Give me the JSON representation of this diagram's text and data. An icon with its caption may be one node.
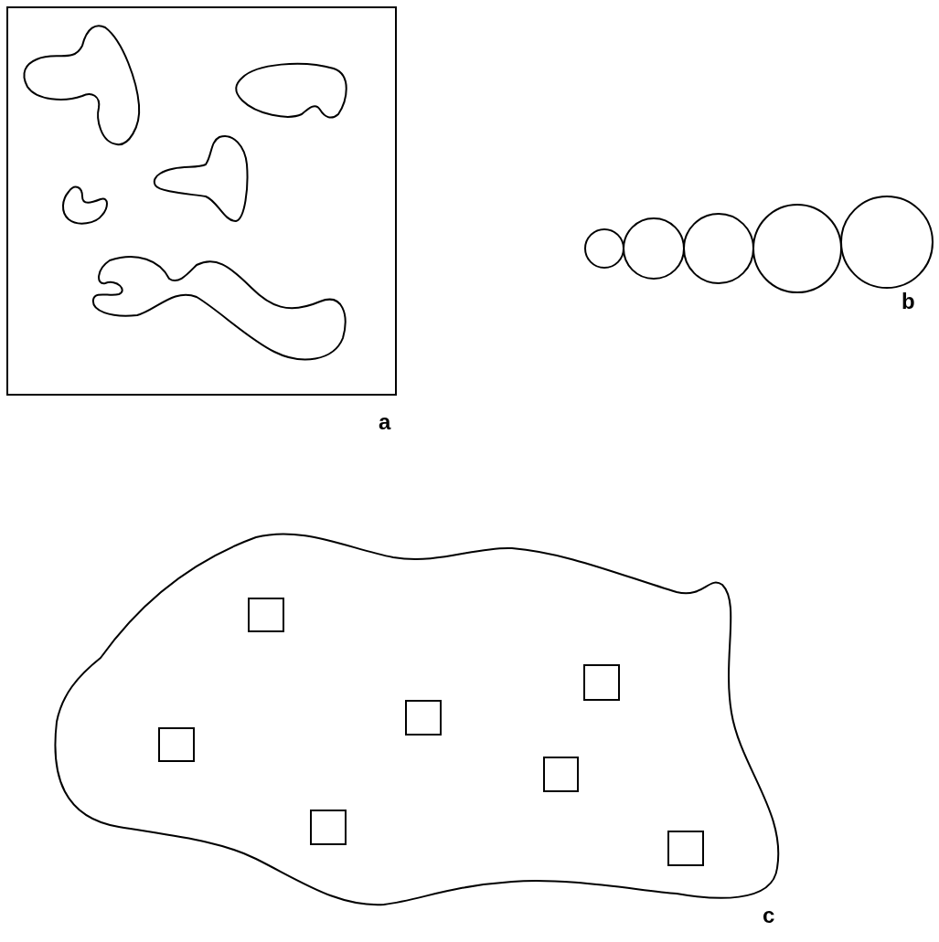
{
  "diagram": {
    "labels": [
      "a",
      "b",
      "c"
    ]
  }
}
